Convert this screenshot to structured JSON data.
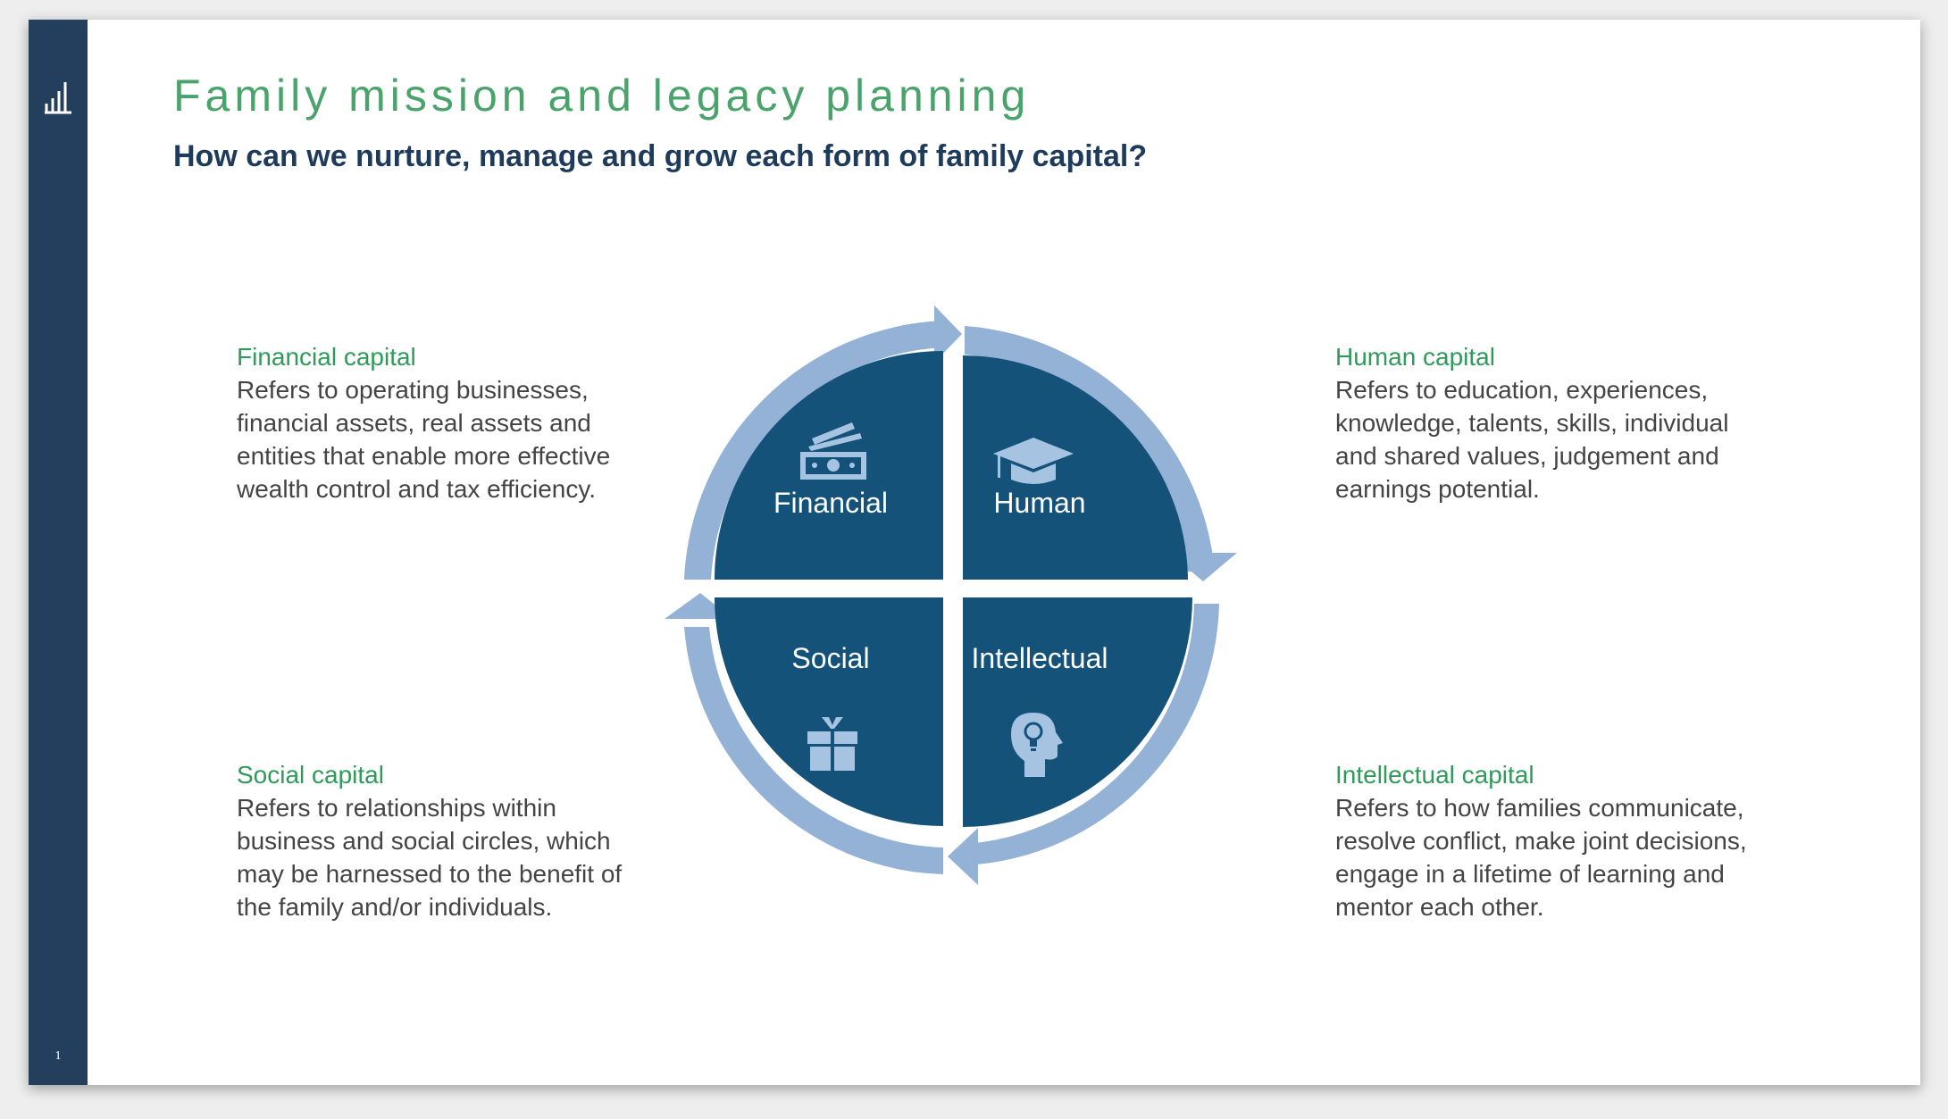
{
  "slide": {
    "title": "Family mission and legacy planning",
    "subtitle": "How can we nurture, manage and grow each form of family capital?",
    "page_number": "1",
    "logo_icon": "bar-chart-logo-icon"
  },
  "colors": {
    "sidebar": "#243f5e",
    "title": "#4aa36b",
    "subtitle": "#1f3b5b",
    "heading": "#2f9a5a",
    "body_text": "#444444",
    "quadrant_fill": "#15527a",
    "ring": "#94b1d6",
    "icon": "#a6c3e1"
  },
  "capitals": {
    "financial": {
      "heading": "Financial capital",
      "lines": [
        "Refers to operating businesses,",
        "financial assets, real assets and",
        "entities that enable more effective",
        "wealth control and tax efficiency."
      ]
    },
    "human": {
      "heading": "Human capital",
      "lines": [
        "Refers to education, experiences,",
        "knowledge, talents, skills, individual",
        "and shared values, judgement and",
        "earnings potential."
      ]
    },
    "social": {
      "heading": "Social capital",
      "lines": [
        "Refers to relationships within",
        "business and social circles, which",
        "may be harnessed to the benefit of",
        "the family and/or individuals."
      ]
    },
    "intellectual": {
      "heading": "Intellectual capital",
      "lines": [
        "Refers to how families communicate,",
        "resolve conflict, make joint decisions,",
        "engage in a lifetime of learning and",
        "mentor each other."
      ]
    }
  },
  "diagram": {
    "quadrants": {
      "financial": {
        "label": "Financial",
        "icon": "money-icon"
      },
      "human": {
        "label": "Human",
        "icon": "graduation-cap-icon"
      },
      "social": {
        "label": "Social",
        "icon": "gift-icon"
      },
      "intellectual": {
        "label": "Intellectual",
        "icon": "head-lightbulb-icon"
      }
    }
  }
}
